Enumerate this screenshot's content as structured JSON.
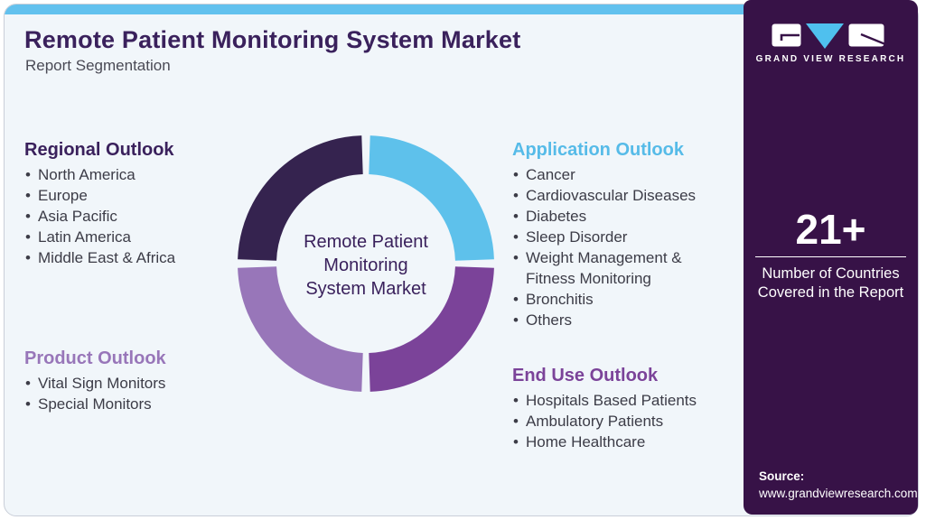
{
  "header": {
    "title": "Remote Patient Monitoring System Market",
    "subtitle": "Report Segmentation"
  },
  "brand": {
    "name": "GRAND VIEW RESEARCH"
  },
  "stat": {
    "value": "21+",
    "label": "Number of Countries\nCovered in the Report"
  },
  "source": {
    "label": "Source:",
    "url": "www.grandviewresearch.com"
  },
  "colors": {
    "top_bar": "#62C1EE",
    "sidebar_bg": "#371247",
    "title_text": "#3A215C",
    "body_text": "#3C3C47",
    "logo_triangle": "#4FC0EE",
    "logo_glyph": "#371247"
  },
  "sections": {
    "regional": {
      "heading": "Regional Outlook",
      "color": "#3A215C",
      "items": [
        "North America",
        "Europe",
        "Asia Pacific",
        "Latin America",
        "Middle East & Africa"
      ]
    },
    "product": {
      "heading": "Product Outlook",
      "color": "#9876B9",
      "items": [
        "Vital Sign Monitors",
        "Special Monitors"
      ]
    },
    "application": {
      "heading": "Application Outlook",
      "color": "#56BBE8",
      "items": [
        "Cancer",
        "Cardiovascular Diseases",
        "Diabetes",
        "Sleep Disorder",
        "Weight Management & Fitness Monitoring",
        "Bronchitis",
        "Others"
      ]
    },
    "end_use": {
      "heading": "End Use Outlook",
      "color": "#7B4399",
      "items": [
        "Hospitals Based Patients",
        "Ambulatory Patients",
        "Home Healthcare"
      ]
    }
  },
  "chart_data": {
    "type": "pie",
    "subtype": "donut",
    "title": "Remote Patient Monitoring System Market — Report Segmentation",
    "center_label": "Remote Patient\nMonitoring\nSystem Market",
    "center_label_color": "#3A215C",
    "legend_position": "none",
    "segments": [
      {
        "name": "Application Outlook",
        "value": 25,
        "color": "#5EC1EB",
        "position": "top-right"
      },
      {
        "name": "End Use Outlook",
        "value": 25,
        "color": "#7B4399",
        "position": "bottom-right"
      },
      {
        "name": "Product Outlook",
        "value": 25,
        "color": "#9876B9",
        "position": "bottom-left"
      },
      {
        "name": "Regional Outlook",
        "value": 25,
        "color": "#35234F",
        "position": "top-left"
      }
    ]
  }
}
